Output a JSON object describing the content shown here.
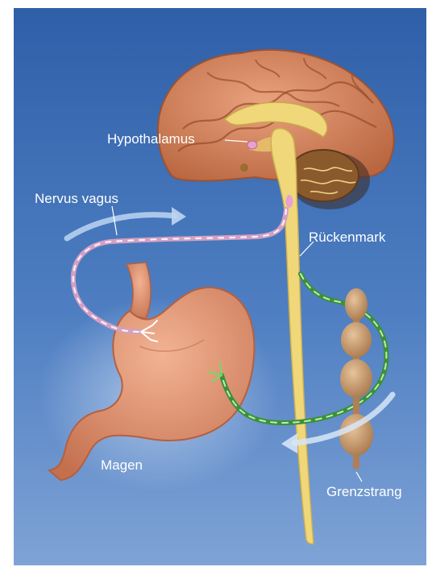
{
  "diagram": {
    "labels": {
      "hypothalamus": "Hypothalamus",
      "nervus_vagus": "Nervus vagus",
      "rueckenmark": "Rückenmark",
      "magen": "Magen",
      "grenzstrang": "Grenzstrang"
    },
    "colors": {
      "background_top": "#2f5fa8",
      "background_bottom": "#7fa3d6",
      "brain": "#d98a63",
      "spinal_cord": "#f0d77a",
      "cerebellum": "#8a5a2c",
      "stomach": "#e09a78",
      "vagus_nerve": "#e3a9c8",
      "sympathetic_nerve": "#4fa84f",
      "ganglion_chain": "#c99b6e",
      "arrow": "#bcd6f2",
      "label_text": "#ffffff"
    }
  }
}
